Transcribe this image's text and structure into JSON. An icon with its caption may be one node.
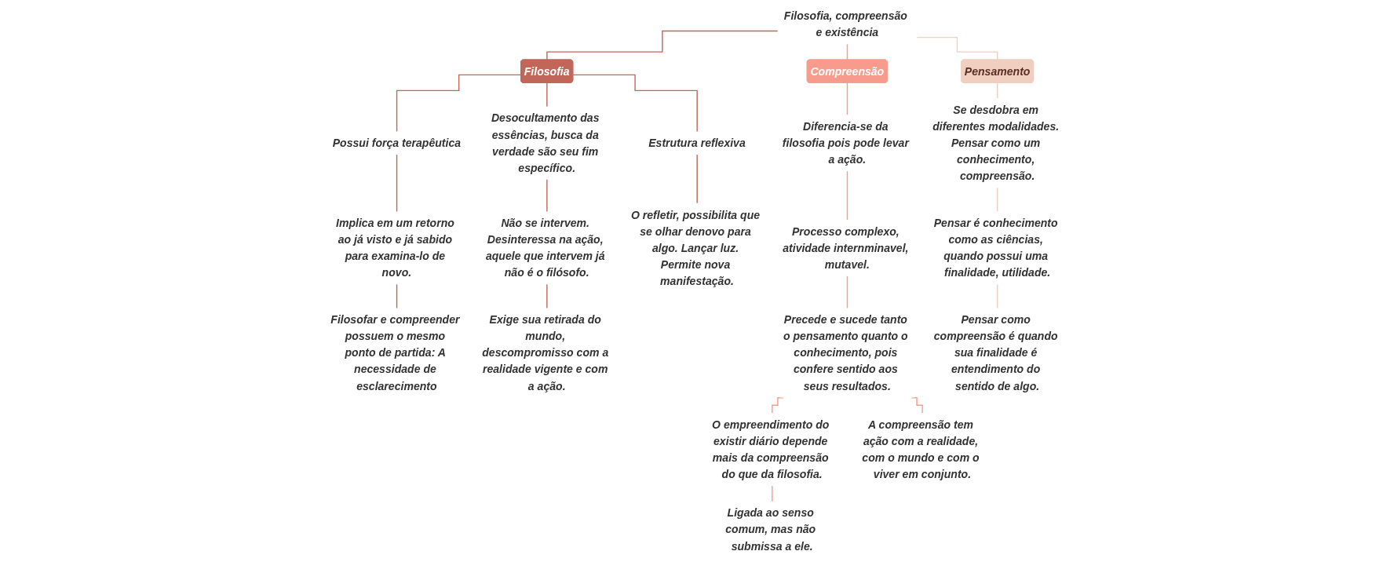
{
  "diagram": {
    "nodes": [
      {
        "text": [
          "Filosofia, compreensão e existência"
        ]
      },
      {
        "text": [
          "Filosofia"
        ]
      },
      {
        "text": [
          "Possui força terapêutica"
        ]
      },
      {
        "text": [
          "Implica em um retorno ao já visto e já sabido para examina-lo de novo."
        ]
      },
      {
        "text": [
          "Filosofar e compreender possuem o mesmo ponto de partida: A necessidade de esclarecimento"
        ]
      },
      {
        "text": [
          "Desocultamento das essências, busca da verdade são seu fim específico."
        ]
      },
      {
        "text": [
          "Não se intervem. Desinteressa na ação, aquele que intervem já não é o filósofo."
        ]
      },
      {
        "text": [
          "Exige sua retirada do mundo, descompromisso com a realidade vigente e com a ação."
        ]
      },
      {
        "text": [
          "Estrutura reflexiva"
        ]
      },
      {
        "text": [
          "O refletir, possibilita que se olhar denovo para algo. Lançar luz. Permite nova manifestação."
        ]
      },
      {
        "text": [
          "Compreensão"
        ]
      },
      {
        "text": [
          "Diferencia-se da filosofia pois pode levar a ação."
        ]
      },
      {
        "text": [
          "Processo complexo, atividade internminavel, mutavel."
        ]
      },
      {
        "text": [
          "Precede e sucede tanto o pensamento quanto o conhecimento, pois confere sentido aos seus resultados."
        ]
      },
      {
        "text": [
          "O empreendimento do existir diário depende mais da compreensão do que da filosofia."
        ]
      },
      {
        "text": [
          "Ligada ao senso comum, mas não submissa a ele."
        ]
      },
      {
        "text": [
          "A compreensão tem ação com a realidade, com o mundo e com o viver em conjunto."
        ]
      },
      {
        "text": [
          "Pensamento"
        ]
      },
      {
        "text": [
          "Se desdobra em diferentes modalidades. Pensar como um conhecimento, compreensão."
        ]
      },
      {
        "text": [
          "Pensar é conhecimento como as ciências, quando possui uma finalidade, utilidade."
        ]
      },
      {
        "text": [
          "Pensar como compreensão é quando sua finalidade é entendimento do sentido de algo."
        ]
      }
    ],
    "edges": [
      {
        "from": 0,
        "to": 1,
        "arrow": "none"
      },
      {
        "from": 0,
        "to": 10,
        "arrow": "none",
        "color": "#f79c8c"
      },
      {
        "from": 0,
        "to": 17,
        "arrow": "none",
        "color": "#f0cfc0"
      },
      {
        "from": 1,
        "to": 2,
        "arrow": "none"
      },
      {
        "from": 1,
        "to": 5,
        "arrow": "none"
      },
      {
        "from": 1,
        "to": 8,
        "arrow": "none"
      },
      {
        "from": 2,
        "to": 3,
        "arrow": "none"
      },
      {
        "from": 3,
        "to": 4,
        "arrow": "none"
      },
      {
        "from": 5,
        "to": 6,
        "arrow": "none"
      },
      {
        "from": 6,
        "to": 7,
        "arrow": "none"
      },
      {
        "from": 8,
        "to": 9,
        "arrow": "none"
      },
      {
        "from": 10,
        "to": 11,
        "arrow": "none",
        "color": "#f79c8c"
      },
      {
        "from": 11,
        "to": 12,
        "arrow": "none",
        "color": "#f79c8c"
      },
      {
        "from": 12,
        "to": 13,
        "arrow": "none",
        "color": "#f79c8c"
      },
      {
        "from": 13,
        "to": 14,
        "arrow": "none",
        "color": "#f79c8c"
      },
      {
        "from": 13,
        "to": 16,
        "arrow": "none",
        "color": "#f79c8c"
      },
      {
        "from": 14,
        "to": 15,
        "arrow": "none",
        "color": "#f79c8c"
      },
      {
        "from": 17,
        "to": 18,
        "arrow": "none",
        "color": "#f0cfc0"
      },
      {
        "from": 18,
        "to": 19,
        "arrow": "none",
        "color": "#f0cfc0"
      },
      {
        "from": 19,
        "to": 20,
        "arrow": "none",
        "color": "#f0cfc0"
      }
    ]
  }
}
